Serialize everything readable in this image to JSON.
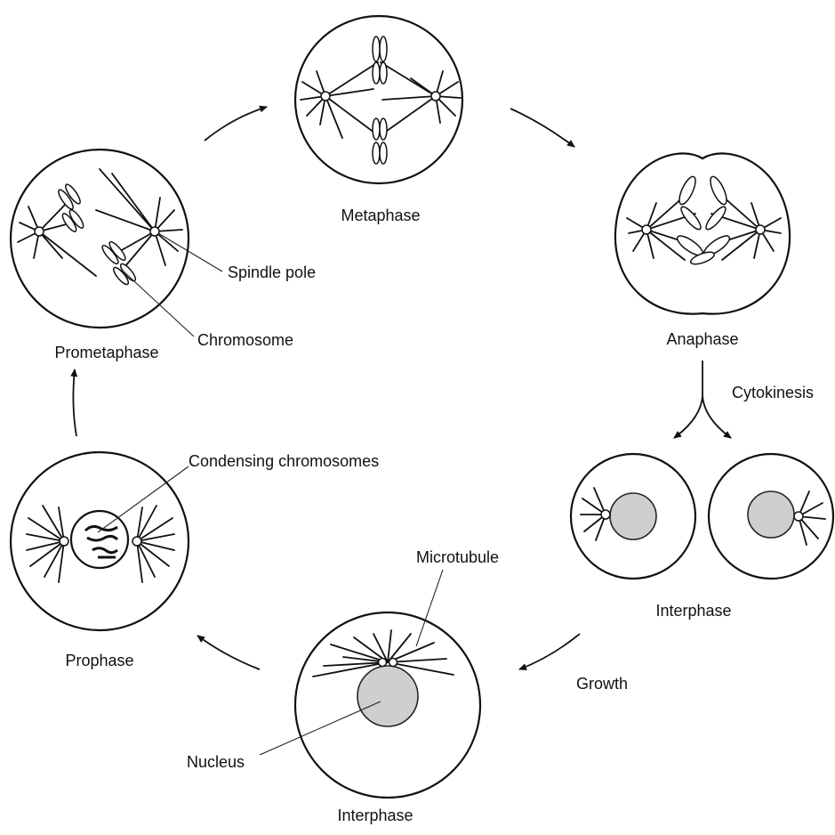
{
  "labels": {
    "metaphase": "Metaphase",
    "anaphase": "Anaphase",
    "cytokinesis": "Cytokinesis",
    "interphase_right": "Interphase",
    "growth": "Growth",
    "interphase_bottom": "Interphase",
    "microtubule": "Microtubule",
    "nucleus": "Nucleus",
    "prophase": "Prophase",
    "condensing_chromosomes": "Condensing chromosomes",
    "prometaphase": "Prometaphase",
    "spindle_pole": "Spindle pole",
    "chromosome": "Chromosome"
  },
  "colors": {
    "line": "#111111",
    "nucleus_fill": "#cfcfcf",
    "background": "#ffffff"
  }
}
